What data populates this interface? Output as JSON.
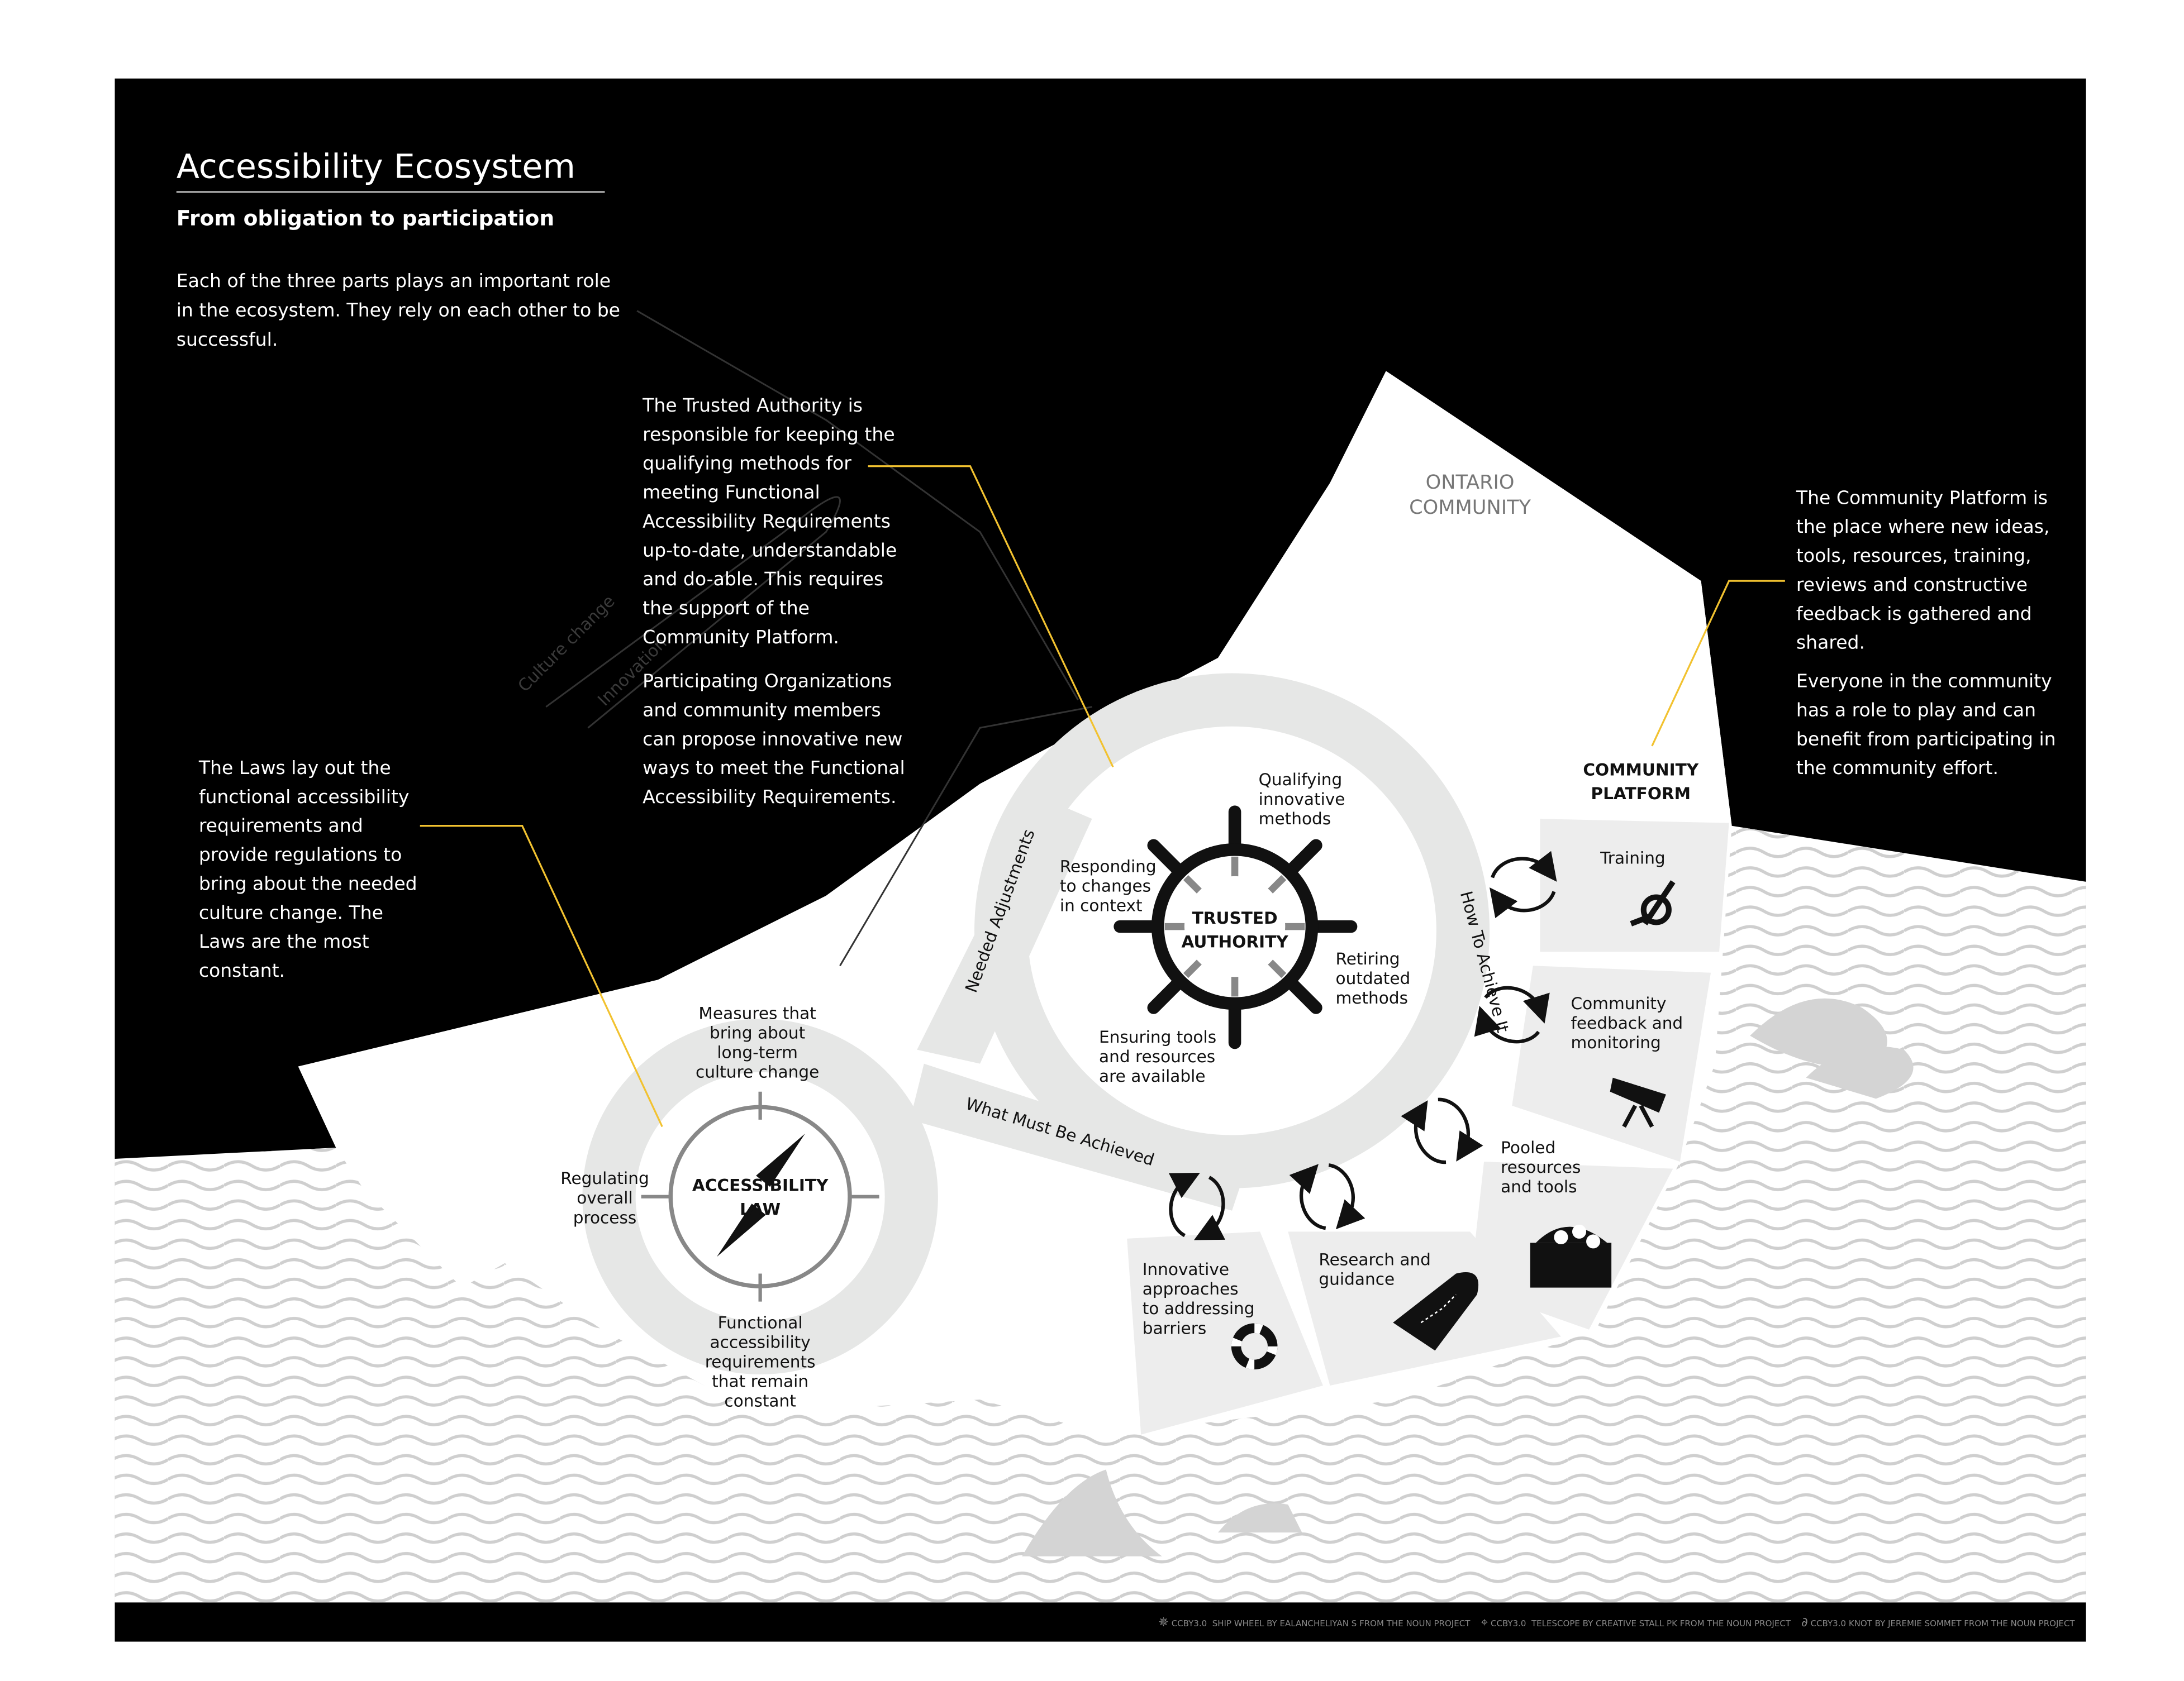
{
  "header": {
    "title": "Accessibility Ecosystem",
    "subtitle": "From obligation to participation",
    "intro": [
      "Each of the three parts plays an important role",
      "in the ecosystem. They rely on each other to be",
      "successful."
    ]
  },
  "callouts": {
    "trusted_authority": [
      "The Trusted Authority is",
      "responsible for keeping the",
      "qualifying methods for",
      "meeting Functional",
      "Accessibility Requirements",
      "up-to-date, understandable",
      "and do-able. This requires",
      "the support of the",
      "Community Platform."
    ],
    "participating": [
      "Participating Organizations",
      "and community members",
      "can propose innovative new",
      "ways to meet the Functional",
      "Accessibility Requirements."
    ],
    "laws": [
      "The Laws lay out the",
      "functional accessibility",
      "requirements and",
      "provide regulations to",
      "bring about the needed",
      "culture change. The",
      "Laws are the most",
      "constant."
    ],
    "community_platform": [
      "The Community Platform is",
      "the place where new ideas,",
      "tools, resources, training,",
      "reviews and constructive",
      "feedback is gathered and",
      "shared."
    ],
    "everyone": [
      "Everyone in the community",
      "has a role to play and can",
      "benefit from participating in",
      "the community effort."
    ]
  },
  "faint_labels": {
    "culture_change": "Culture change",
    "innovation": "Innovation"
  },
  "ontario": [
    "ONTARIO",
    "COMMUNITY"
  ],
  "community_platform": {
    "title": [
      "COMMUNITY",
      "PLATFORM"
    ],
    "items": {
      "training": [
        "Training"
      ],
      "feedback": [
        "Community",
        "feedback and",
        "monitoring"
      ],
      "pooled": [
        "Pooled",
        "resources",
        "and tools"
      ],
      "research": [
        "Research and",
        "guidance"
      ],
      "innovative": [
        "Innovative",
        "approaches",
        "to addressing",
        "barriers"
      ]
    }
  },
  "trusted_authority": {
    "title": [
      "TRUSTED",
      "AUTHORITY"
    ],
    "qualifying": [
      "Qualifying",
      "innovative",
      "methods"
    ],
    "responding": [
      "Responding",
      "to changes",
      "in context"
    ],
    "retiring": [
      "Retiring",
      "outdated",
      "methods"
    ],
    "ensuring": [
      "Ensuring tools",
      "and resources",
      "are available"
    ]
  },
  "paths": {
    "needed_adjustments": "Needed Adjustments",
    "how_to_achieve": "How To Achieve It",
    "what_must_be_achieved": "What Must Be Achieved"
  },
  "accessibility_law": {
    "title": [
      "ACCESSIBILITY",
      "LAW"
    ],
    "measures": [
      "Measures that",
      "bring about",
      "long-term",
      "culture change"
    ],
    "regulating": [
      "Regulating",
      "overall",
      "process"
    ],
    "functional": [
      "Functional",
      "accessibility",
      "requirements",
      "that remain",
      "constant"
    ]
  },
  "footer": {
    "credits": [
      {
        "icon": "ship-wheel-icon",
        "text": "CCBY3.0  SHIP WHEEL BY EALANCHELIYAN S FROM THE NOUN PROJECT"
      },
      {
        "icon": "telescope-icon",
        "text": "CCBY3.0  TELESCOPE BY CREATIVE STALL PK FROM THE NOUN PROJECT"
      },
      {
        "icon": "knot-icon",
        "text": "CCBY3.0 KNOT BY JEREMIE SOMMET FROM THE NOUN PROJECT"
      }
    ]
  },
  "colors": {
    "background": "#000000",
    "land": "#ffffff",
    "path": "#e6e7e6",
    "accent": "#f2c230",
    "waves": "#cfcfcf"
  }
}
